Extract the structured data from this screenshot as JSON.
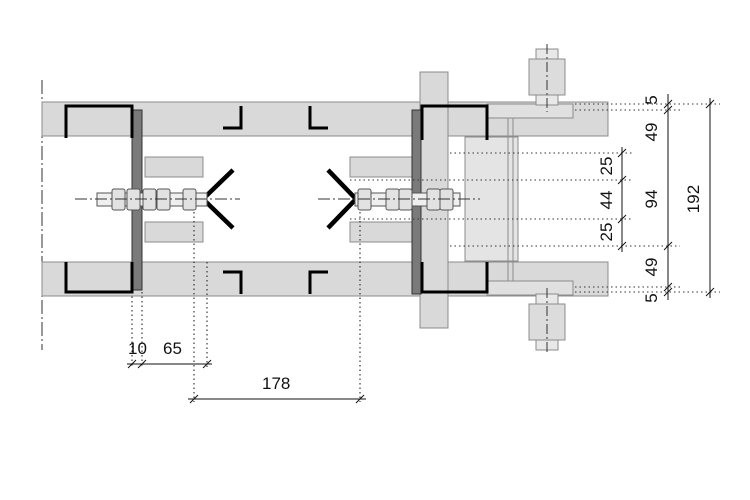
{
  "dimensions": {
    "bottom": {
      "d10": "10",
      "d65": "65",
      "d178": "178"
    },
    "right": {
      "top_flange": "5",
      "upper_chord": "49",
      "upper_gap": "25",
      "center": "44",
      "lower_gap": "25",
      "lower_chord": "49",
      "bottom_flange": "5",
      "inner_total": "94",
      "overall": "192"
    }
  },
  "colors": {
    "background": "#ffffff",
    "member_fill": "#d9d9d9",
    "member_stroke": "#8c8c8c",
    "plate_fill": "#7a7a7a",
    "profile_stroke": "#000000",
    "dim_line": "#111111",
    "centerline": "#333333"
  }
}
